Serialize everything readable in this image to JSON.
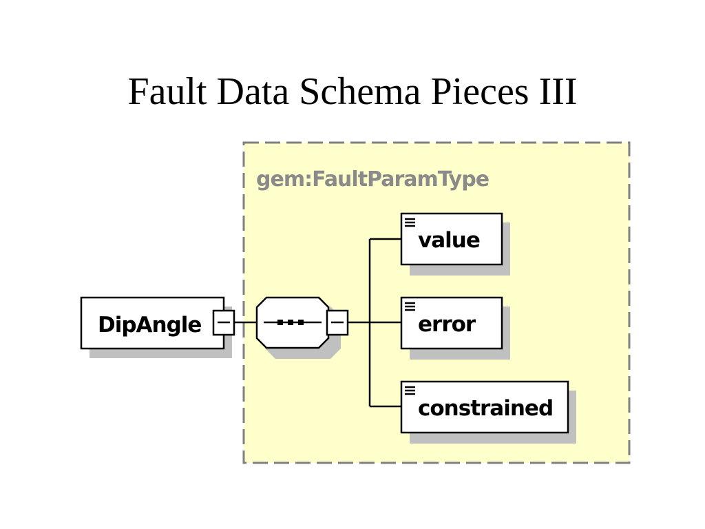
{
  "title": "Fault Data Schema Pieces III",
  "diagram": {
    "complex_type_label": "gem:FaultParamType",
    "root_element": "DipAngle",
    "sequence_compositor": "sequence-icon",
    "children": [
      {
        "label": "value"
      },
      {
        "label": "error"
      },
      {
        "label": "constrained"
      }
    ],
    "colors": {
      "type_background": "#ffffcc",
      "type_border": "#808080",
      "shadow": "#c0c0c0",
      "stroke": "#000000",
      "box_fill": "#ffffff"
    }
  }
}
